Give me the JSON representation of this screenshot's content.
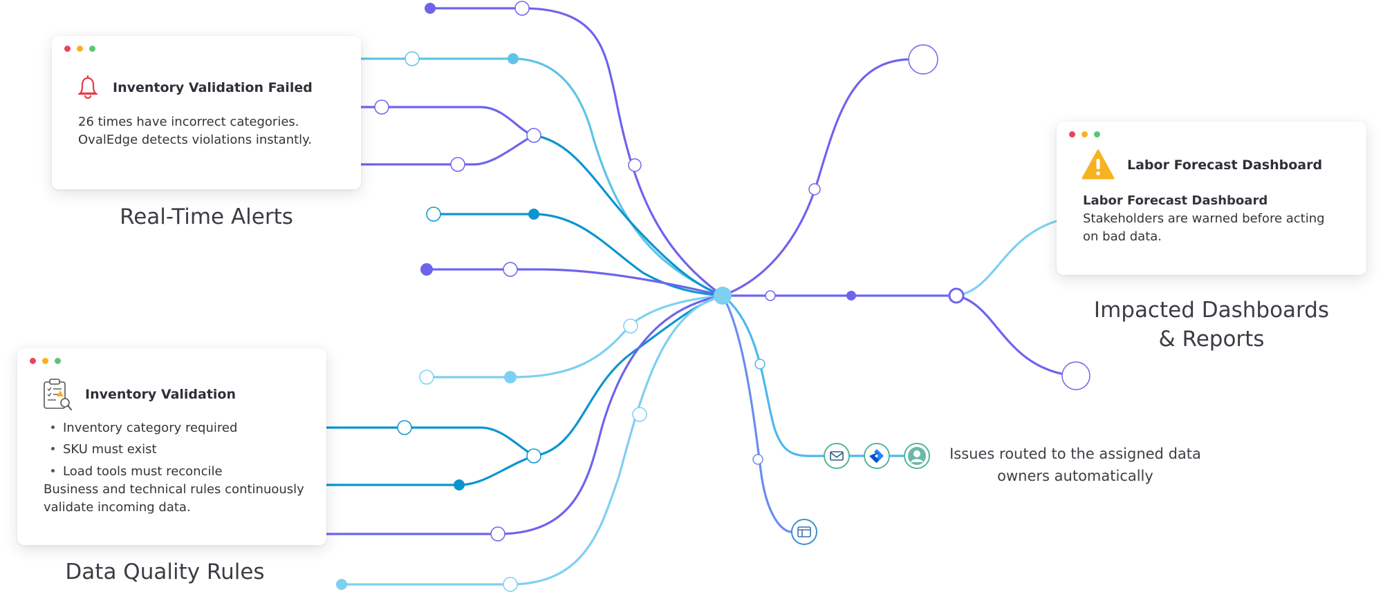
{
  "colors": {
    "violet": "#6e63ee",
    "light_blue": "#5ec3e6",
    "teal": "#0b95cf",
    "sky": "#7dd0f2"
  },
  "alert_card": {
    "title": "Inventory Validation Failed",
    "line1": "26 times have incorrect categories.",
    "line2": "OvalEdge detects violations instantly.",
    "icon": "bell-icon"
  },
  "alerts_label": "Real-Time Alerts",
  "rules_card": {
    "title": "Inventory Validation",
    "icon": "clipboard-checklist-icon",
    "items": [
      "Inventory category required",
      "SKU must exist",
      "Load tools must reconcile"
    ],
    "footer_line1": "Business and technical rules continuously",
    "footer_line2": "validate incoming data."
  },
  "rules_label": "Data Quality Rules",
  "dashboard_card": {
    "title": "Labor Forecast Dashboard",
    "icon": "warning-triangle-icon",
    "subtitle": "Labor Forecast Dashboard",
    "line1": "Stakeholders are warned before acting",
    "line2": "on bad data."
  },
  "dashboards_label_line1": "Impacted Dashboards",
  "dashboards_label_line2": "& Reports",
  "routing": {
    "line1": "Issues routed to the assigned data",
    "line2": "owners automatically",
    "icons": [
      "mail-icon",
      "jira-icon",
      "user-avatar-icon",
      "table-icon"
    ]
  }
}
